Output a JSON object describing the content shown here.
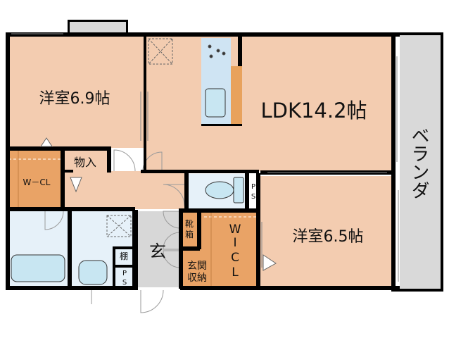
{
  "rooms": {
    "western_room_left": "洋室6.9帖",
    "ldk": "LDK14.2帖",
    "veranda": "ベランダ",
    "walk_in_closet_left": "W－CL",
    "storage": "物入",
    "western_room_right": "洋室6.5帖",
    "wicl_letters": [
      "W",
      "I",
      "C",
      "L"
    ],
    "entrance": "玄",
    "shoe_box": [
      "靴",
      "箱"
    ],
    "entrance_storage": [
      "玄関",
      "収納"
    ],
    "shelf": "棚",
    "ps_toilet": [
      "P",
      "S"
    ],
    "ps_bath": [
      "P",
      "S"
    ]
  },
  "colors": {
    "room": "#f3ccb0",
    "closet": "#e9a366",
    "wet": "#e6f1f9",
    "wet_fixture": "#c8e6f2",
    "kitchen": "#cfe4f3",
    "counter": "#e8a25d",
    "veranda": "#d9d9d9",
    "entrance": "#d7d7d7",
    "wall": "#000000",
    "door": "#9a9a9a"
  }
}
